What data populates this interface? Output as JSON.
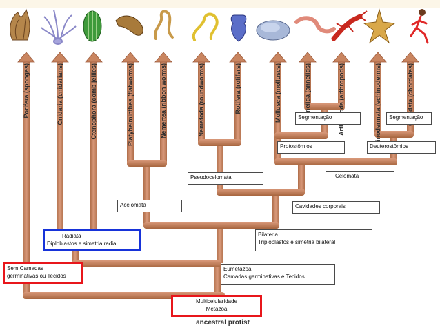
{
  "phyla": [
    {
      "label": "Porifera (sponges)"
    },
    {
      "label": "Cnidaria (cnidarians)"
    },
    {
      "label": "Ctenophora (comb jellies)"
    },
    {
      "label": "Platyhelminthes (flatworms)"
    },
    {
      "label": "Nemertea (ribbon worms)"
    },
    {
      "label": "Nematoda (roundworms)"
    },
    {
      "label": "Rotifera (rotifers)"
    },
    {
      "label": "Mollusca (molluscs)"
    },
    {
      "label": "Annelida (annelids)"
    },
    {
      "label": "Arthropoda (arthropods)"
    },
    {
      "label": "Echinodermata (echinoderms)"
    },
    {
      "label": "Chordata (chordates)"
    }
  ],
  "labels": {
    "segmentacao_1": "Segmentação",
    "segmentacao_2": "Segmentação",
    "protostomios": "Protostômios",
    "deuterostomios": "Deuterostômios",
    "pseudocelomata": "Pseudocelomata",
    "celomata": "Celomata",
    "acelomata": "Acelomata",
    "cavidades": "Cavidades corporais",
    "radiata_title": "Radiata",
    "radiata_desc": "Diploblastos e simetria radial",
    "bilateria_title": "Bilateria",
    "bilateria_desc": "Triploblastos e simetria bilateral",
    "sem_camadas_1": "Sem Camadas",
    "sem_camadas_2": "germinativas ou Tecidos",
    "eumetazoa_title": "Eumetazoa",
    "eumetazoa_desc": "Camadas germinativas e Tecidos",
    "multicel_title": "Multicelularidade",
    "multicel_desc": "Metazoa",
    "ancestral": "ancestral protist"
  },
  "colors": {
    "branch": "#c98560",
    "branch_dark": "#9c5a3a",
    "highlight_red": "#e8161b",
    "highlight_blue": "#1733d9"
  },
  "icons": [
    "sponge-icon",
    "cnidarian-icon",
    "comb-jelly-icon",
    "flatworm-icon",
    "ribbon-worm-icon",
    "roundworm-icon",
    "rotifer-icon",
    "mollusc-icon",
    "annelid-icon",
    "arthropod-icon",
    "echinoderm-icon",
    "chordate-icon"
  ]
}
